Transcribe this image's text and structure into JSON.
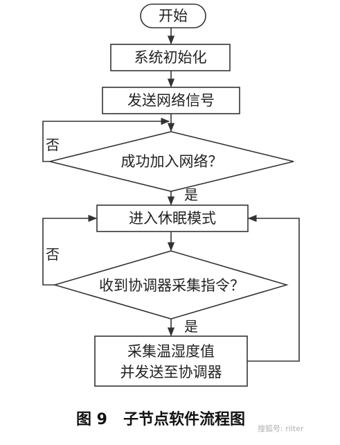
{
  "flowchart": {
    "start": "开始",
    "init": "系统初始化",
    "send_signal": "发送网络信号",
    "join_decision": "成功加入网络？",
    "sleep": "进入休眠模式",
    "collect_decision": "收到协调器采集指令？",
    "collect_line1": "采集温湿度值",
    "collect_line2": "并发送至协调器",
    "no_label_1": "否",
    "yes_label_1": "是",
    "no_label_2": "否",
    "yes_label_2": "是"
  },
  "caption": "图 9   子节点软件流程图",
  "watermark": "搜狐号: rilter",
  "colors": {
    "stroke": "#333333",
    "text": "#222222"
  }
}
